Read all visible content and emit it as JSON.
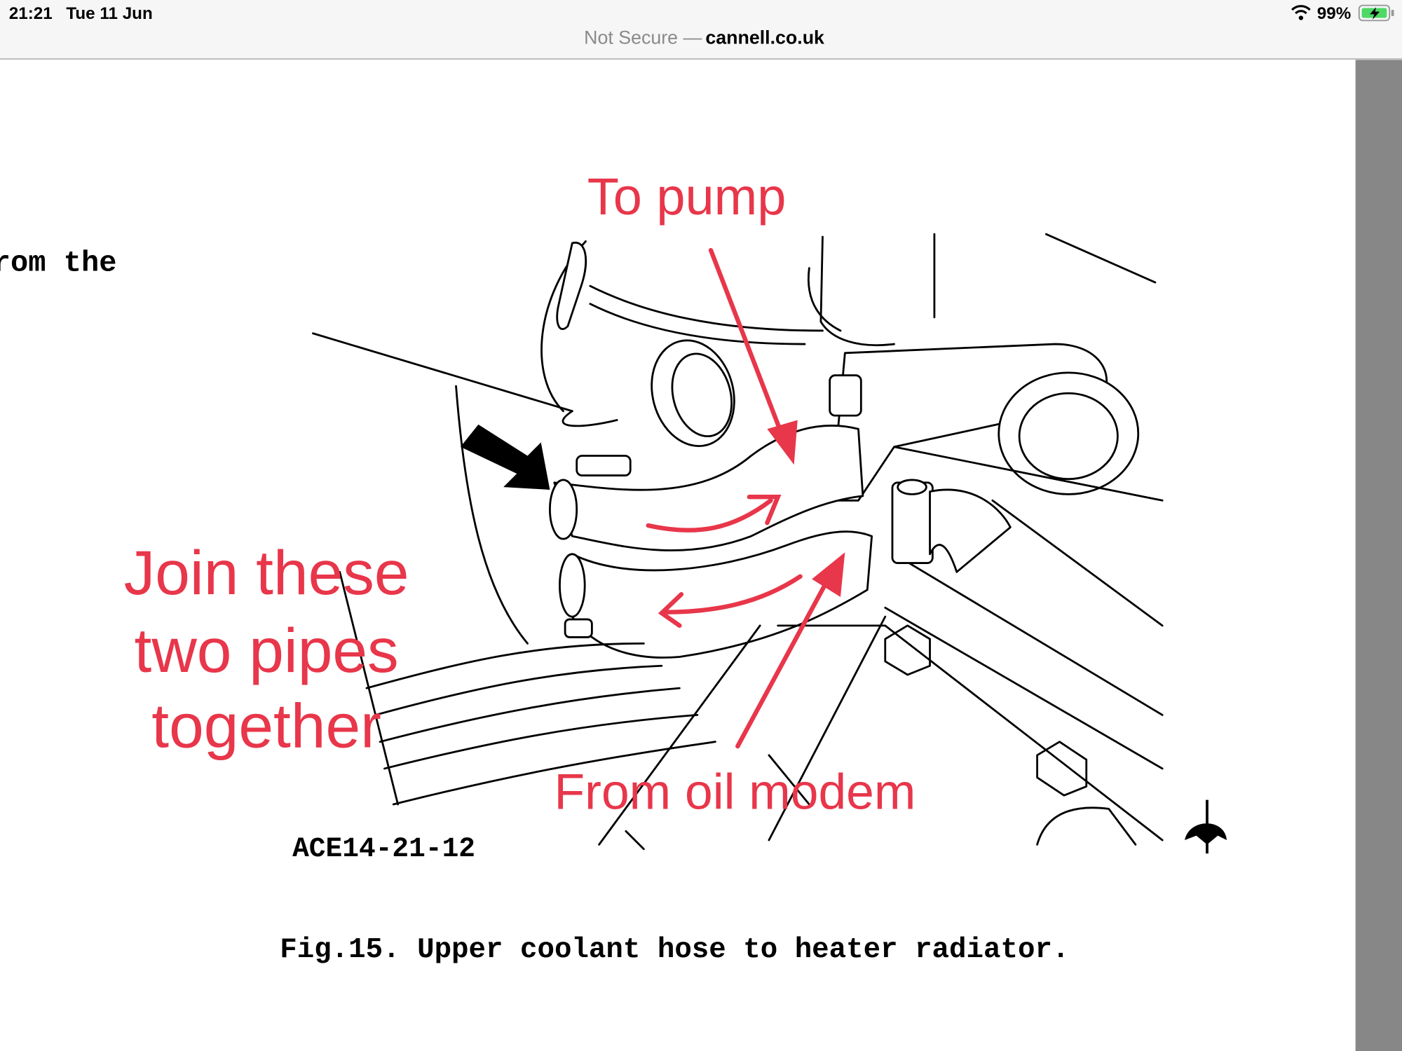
{
  "status_bar": {
    "time": "21:21",
    "date": "Tue 11 Jun",
    "battery": "99%",
    "wifi_icon": "wifi-icon",
    "battery_icon": "battery-charging-icon"
  },
  "address_bar": {
    "security": "Not Secure —",
    "domain": "cannell.co.uk"
  },
  "page": {
    "body_text_fragment": "rom the",
    "figure_code": "ACE14-21-12",
    "caption": "Fig.15. Upper coolant hose to heater radiator."
  },
  "annotations": {
    "to_pump": "To pump",
    "join_line1": "Join these",
    "join_line2": "two pipes",
    "join_line3": "together",
    "from_oil": "From oil modem",
    "color": "#e8364a"
  }
}
